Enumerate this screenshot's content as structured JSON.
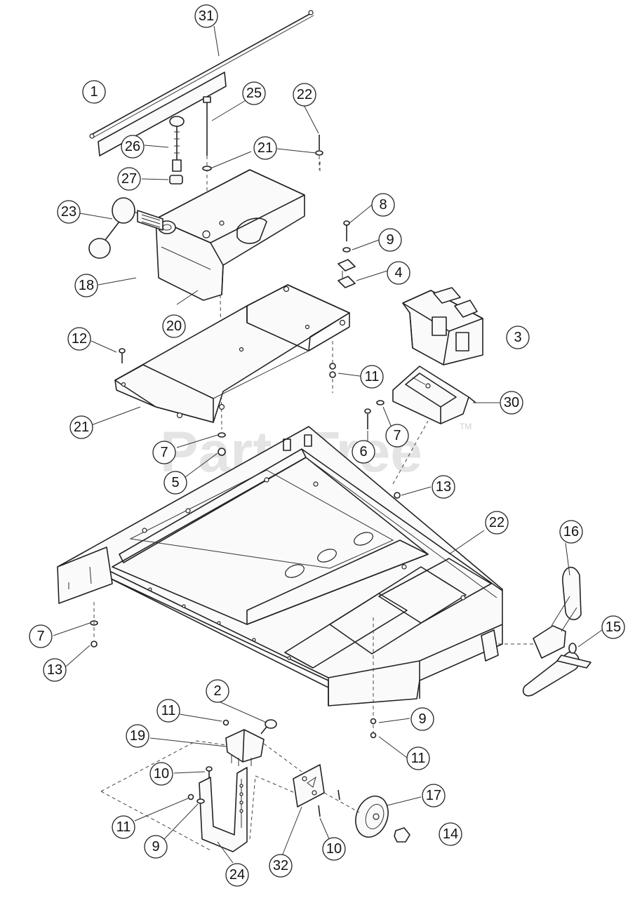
{
  "watermark": {
    "brand": "PartsTree",
    "trademark": "TM"
  },
  "callouts": [
    {
      "id": "c1",
      "label": "1"
    },
    {
      "id": "c2",
      "label": "2"
    },
    {
      "id": "c3",
      "label": "3"
    },
    {
      "id": "c4",
      "label": "4"
    },
    {
      "id": "c5",
      "label": "5"
    },
    {
      "id": "c6",
      "label": "6"
    },
    {
      "id": "c7a",
      "label": "7"
    },
    {
      "id": "c7b",
      "label": "7"
    },
    {
      "id": "c7c",
      "label": "7"
    },
    {
      "id": "c8",
      "label": "8"
    },
    {
      "id": "c9a",
      "label": "9"
    },
    {
      "id": "c9b",
      "label": "9"
    },
    {
      "id": "c9c",
      "label": "9"
    },
    {
      "id": "c10a",
      "label": "10"
    },
    {
      "id": "c10b",
      "label": "10"
    },
    {
      "id": "c11a",
      "label": "11"
    },
    {
      "id": "c11b",
      "label": "11"
    },
    {
      "id": "c11c",
      "label": "11"
    },
    {
      "id": "c11d",
      "label": "11"
    },
    {
      "id": "c12",
      "label": "12"
    },
    {
      "id": "c13a",
      "label": "13"
    },
    {
      "id": "c13b",
      "label": "13"
    },
    {
      "id": "c14",
      "label": "14"
    },
    {
      "id": "c15",
      "label": "15"
    },
    {
      "id": "c16",
      "label": "16"
    },
    {
      "id": "c17",
      "label": "17"
    },
    {
      "id": "c18",
      "label": "18"
    },
    {
      "id": "c19",
      "label": "19"
    },
    {
      "id": "c20",
      "label": "20"
    },
    {
      "id": "c21a",
      "label": "21"
    },
    {
      "id": "c21b",
      "label": "21"
    },
    {
      "id": "c22a",
      "label": "22"
    },
    {
      "id": "c22b",
      "label": "22"
    },
    {
      "id": "c23",
      "label": "23"
    },
    {
      "id": "c24",
      "label": "24"
    },
    {
      "id": "c25",
      "label": "25"
    },
    {
      "id": "c26",
      "label": "26"
    },
    {
      "id": "c27",
      "label": "27"
    },
    {
      "id": "c30",
      "label": "30"
    },
    {
      "id": "c31",
      "label": "31"
    },
    {
      "id": "c32",
      "label": "32"
    }
  ]
}
